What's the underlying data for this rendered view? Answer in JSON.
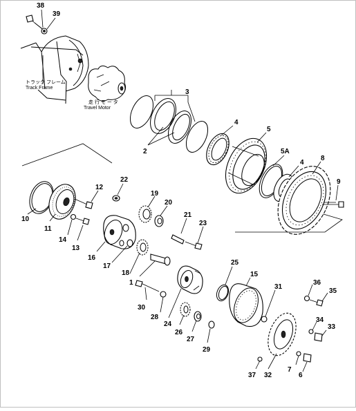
{
  "labels": {
    "track_frame_jp": "トラック フレーム",
    "track_frame_en": "Track Frame",
    "travel_motor_jp": "走 行 モ ー タ",
    "travel_motor_en": "Travel Motor"
  },
  "callouts": [
    "38",
    "39",
    "3",
    "2",
    "4",
    "5",
    "5A",
    "4",
    "8",
    "9",
    "22",
    "12",
    "19",
    "20",
    "21",
    "23",
    "10",
    "11",
    "14",
    "13",
    "16",
    "17",
    "18",
    "1",
    "25",
    "15",
    "31",
    "36",
    "35",
    "34",
    "33",
    "24",
    "26",
    "27",
    "29",
    "30",
    "28",
    "7",
    "37",
    "32",
    "6"
  ]
}
